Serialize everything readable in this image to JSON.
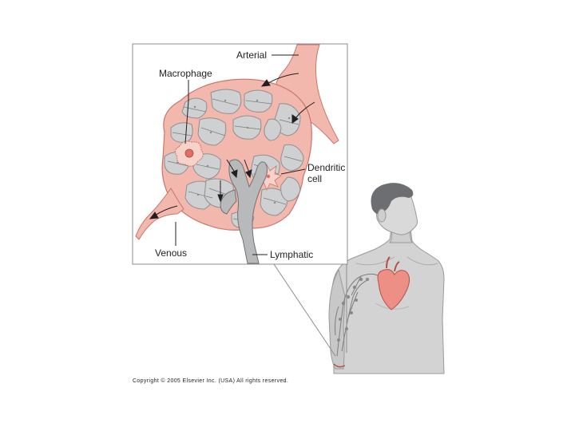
{
  "labels": {
    "arterial": "Arterial",
    "macrophage": "Macrophage",
    "dendritic_line1": "Dendritic",
    "dendritic_line2": "cell",
    "venous": "Venous",
    "lymphatic": "Lymphatic"
  },
  "copyright": "Copyright © 2005 Elsevier Inc. (USA) All rights reserved.",
  "colors": {
    "vessel": "#f2b8ae",
    "vessel_edge": "#c9756c",
    "tissue_cell": "#cfd0d2",
    "lymphatic": "#b8b9bb",
    "body": "#d3d3d3",
    "heart": "#ee8f85",
    "frame": "#8c8c8c"
  },
  "icons": {
    "macrophage": "macrophage-cell-icon",
    "dendritic": "dendritic-cell-icon",
    "heart": "heart-icon"
  }
}
